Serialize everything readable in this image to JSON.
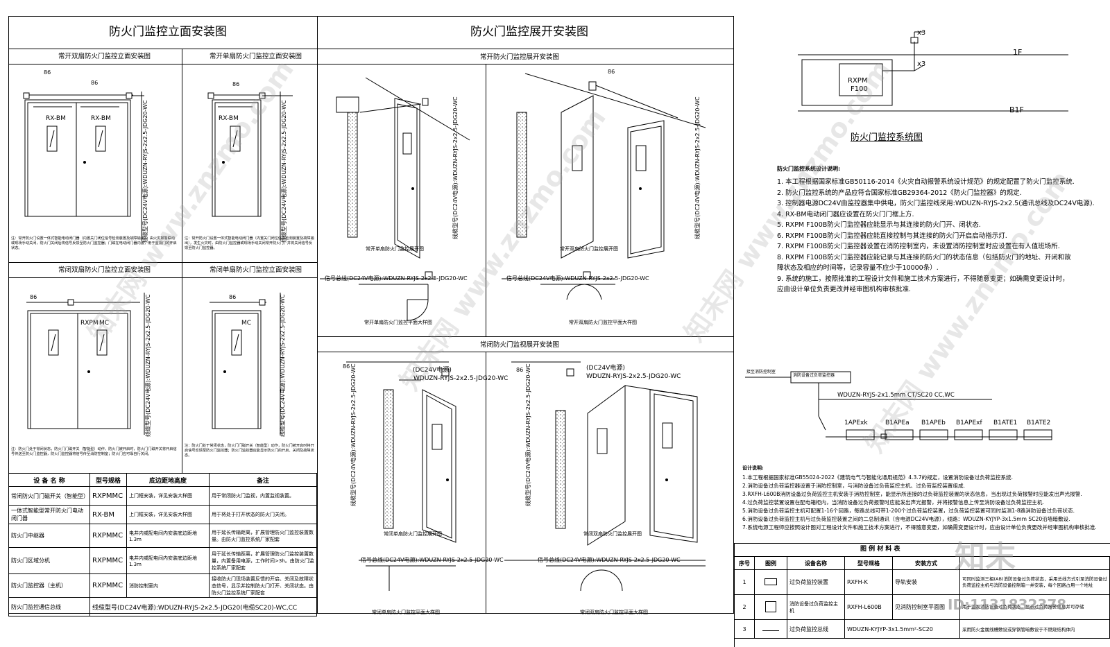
{
  "sections": {
    "left_title": "防火门监控立面安装图",
    "mid_title": "防火门监控展开安装图",
    "sys_title": "防火门监控系统图"
  },
  "subtitles": {
    "open_double_elev": "常开双扇防火门监控立面安装图",
    "open_single_elev": "常开单扇防火门监控立面安装图",
    "closed_double_elev": "常闭双扇防火门监控立面安装图",
    "closed_single_elev": "常闭单扇防火门监控立面安装图",
    "open_expand": "常开防火门监控展开安装图",
    "closed_expand": "常闭防火门监视展开安装图",
    "open_single_expand": "常开单扇防火门监控展开图",
    "open_double_expand": "常开双扇防火门监控展开图",
    "open_single_plan": "常开单扇防火门监控平面大样图",
    "open_double_plan": "常开双扇防火门监控平面大样图",
    "closed_single_expand": "常闭单扇防火门监控展开图",
    "closed_double_expand": "常闭双扇防火门监控展开图",
    "closed_single_plan": "常闭单扇防火门监控平面大样图",
    "closed_double_plan": "常闭双扇防火门监控平面大样图"
  },
  "labels": {
    "dim86": "86",
    "rxbm": "RX-BM",
    "rxpmmc": "RXPMMC",
    "rxpm": "RXPM",
    "mc": "MC",
    "cable_v": "线缆型号(DC24V电源):WDUZN-RYJS-2x2.5-JDG20-WC",
    "cable_h": "信号总线(DC24V电源):WDUZN-RYJS-2x2.5-JDG20-WC",
    "cable_h2": "(DC24V电源)",
    "cable_h3": "WDUZN-RYJS-2x2.5-JDG20-WC",
    "floor_1f": "1F",
    "floor_b1f": "B1F",
    "x3": "x3",
    "panel_model1": "RXPM",
    "panel_model2": "F100",
    "bus_label": "WDUZN-RYJS-2x1.5mm  CT/SC20 CC,WC",
    "nodes": [
      "1APExk",
      "B1APEa",
      "B1APEb",
      "B1APExf",
      "B1ATE1",
      "B1ATE2"
    ],
    "panel_head": "消防设备过负荷监控器",
    "panel_head2": "接至消防控制室"
  },
  "notes_small": {
    "open_double": "注：常开防火门设置一体式智能电动闭门器（内置关门闭位信号检测装置及故障输出），由火灾报警联动或现场手动关闭，防火门关闭后将信号反馈至防火门监控器；门磁在电动闭门器内置，用于监视门的开启状态。",
    "open_single": "注：常开防火门设置一体式智能电动闭门器（内置关门闭位信号检测装置及故障输出），发生火灾时，由防火门监控器或现场手动关闭常开防火门，并将关闭信号反馈至防火门监控器。",
    "closed_double": "注：防火门处于常闭状态，防火门门磁开关（智能型）动作，防火门被开启时，防火门门磁开关将开启信号传送至防火门监控器，防火门监控器将信号传至消防控制室；防火门应可靠自行关闭。",
    "closed_single": "注：防火门处于常闭状态，防火门门磁开关（智能型）动作，防火门被开启时将开启信号反馈至防火门监控器；防火门监控器应能显示防火门的开启、关闭及故障状态。"
  },
  "device_table": {
    "headers": [
      "设 备 名 称",
      "型号规格",
      "底边距地高度",
      "备注"
    ],
    "rows": [
      [
        "常闭防火门门磁开关（智能型）",
        "RXPMMC",
        "上门框安装，详见安装大样图",
        "用于常闭防火门监视，内置监视装置。"
      ],
      [
        "一体式智能型常开防火门电动闭门器",
        "RX-BM",
        "上门框安装，详见安装大样图",
        "用于将处于打开状态的防火门关闭。"
      ],
      [
        "防火门中继器",
        "RXPMMC",
        "电井内或配电间内安装底边距地1.3m",
        "用于延长传输距离，扩展管理防火门监控装置数量。由防火门监控系统厂家配套"
      ],
      [
        "防火门区域分机",
        "RXPMMC",
        "电井内或配电间内安装底边距地1.3m",
        "用于延长传输距离，扩展管理防火门监控装置数量，内置备用电源，工作时间>3h。由防火门监控系统厂家配套"
      ],
      [
        "防火门监控器（主机）",
        "RXPMMC",
        "消防控制室内",
        "接收防火门现场装置反馈的开启、关闭及故障状态信号，显示并控制防火门打开、关闭状态。由防火门监控系统厂家配套"
      ],
      [
        "防火门监控通信总线",
        "线缆型号(DC24V电源):WDUZN-RYJS-2x2.5-JDG20(电缆SC20)-WC,CC",
        "",
        ""
      ]
    ]
  },
  "system_notes": {
    "title": "防火门监控系统设计说明:",
    "items": [
      "1.  本工程根据国家标准GB50116-2014《火灾自动报警系统设计规范》的规定配置了防火门监控系统.",
      "2.  防火门监控系统的产品应符合国家标准GB29364-2012《防火门监控器》的规定.",
      "3.  控制器电源DC24V由监控器集中供电，防火门监控线采用:WDUZN-RYJS-2x2.5(通讯总线及DC24V电源).",
      "4.  RX-BM电动闭门器应设置在防火门门框上方.",
      "5.  RXPM  F100B防火门监控器应能显示与其连接的防火门开、闭状态.",
      "6.  RXPM  F100B防火门监控器应能直接控制与其连接的防火门开启启动指示灯.",
      "7.  RXPM  F100B防火门监控器设置在消防控制室内，未设置消防控制室时应设置在有人值班场所.",
      "8.  RXPM  F100B防火门监控器应能记录与其连接的防火门的状态信息（包括防火门的地址、开闭和故",
      "    障状态及相应的时间等，记录容量不应少于10000条）.",
      "9.  系统的施工，按照批准的工程设计文件和施工技术方案进行，不得随意变更；如确需变更设计时，",
      "应由设计单位负责更改并经审图机构审核批准."
    ]
  },
  "design_notes": {
    "title": "设计说明:",
    "items": [
      "1.本工程根据国家标准GB55024-2022《建筑电气与智能化通用规范》4.3.7的规定，设置消防设备过负荷监控系统.",
      "2.消防设备过负荷监控器设置于消防控制室，与消防设备过负荷监控主机、过负荷监控装置组成.",
      "3.RXFH-L600B消防设备过负荷监控主机安装于消防控制室，能显示所连接的过负荷监控装置的状态信息，当出现过负荷报警时应能发出声光报警.",
      "4.过负荷监控装置设置在配电箱柜内，当消防设备过负荷报警时应能发出声光报警，并将报警信息上传至消防设备过负荷监控主机.",
      "5.消防设备过负荷监控主机可配置1-16个回路，每路总线可带1-200个过负荷监控装置，过负荷监控装置可同时监测1-8路消防设备过负荷状态.",
      "6.消防设备过负荷监控主机与过负荷监控装置之间的二总制通讯（含电源DC24V电源），线路：WDUZN-KYJYP-3x1.5mm  SC20沿墙暗敷设.",
      "7.系统电源工程师应按照设计图对工程设计文件和施工技术方案进行，不得随意变更，如确需变更设计时，应由设计单位负责更改并经审图机构审核批准."
    ]
  },
  "material_table": {
    "title": "图  例  材  料  表",
    "headers": [
      "序号",
      "图例",
      "设备名称",
      "型号规格",
      "安装方式",
      ""
    ],
    "rows": [
      [
        "1",
        "",
        "过负荷监控装置",
        "RXFH-K",
        "导轨安装",
        "可同时监测三相(AB)消防设备过负荷状态，采用总线方式引至消防设备过负荷监控主机与消防设备控制箱一并安装，每个回路占用一个地址"
      ],
      [
        "2",
        "",
        "消防设备过负荷监控主机",
        "RXFH-L600B",
        "见消防控制室平面图",
        "用于监视消防设备过负荷状态，显示过负荷报警信息并可存储"
      ],
      [
        "3",
        "",
        "过负荷监控总线",
        "WDUZN-KYJYP-3x1.5mm²-SC20",
        "",
        "采用防火金属线槽敷设或穿钢管暗敷设于不燃烧结构体内"
      ]
    ]
  },
  "watermark": {
    "text": "知末网 www.znzmo.com",
    "logo": "知末",
    "id": "ID:1131832378"
  }
}
